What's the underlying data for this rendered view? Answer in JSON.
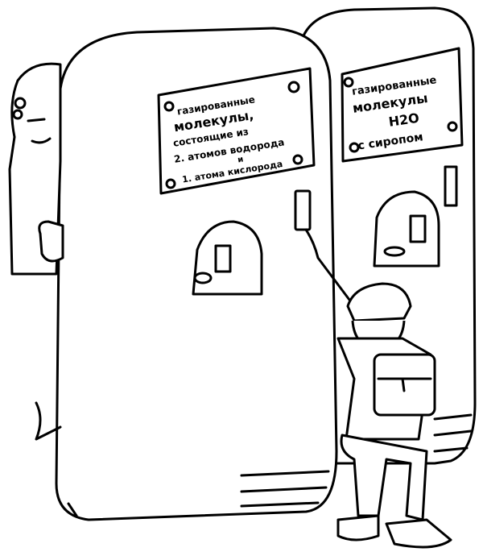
{
  "left_machine": {
    "sign_lines": [
      "газированные",
      "молекулы,",
      "состоящие из",
      "2. атомов водорода",
      "и",
      "1. атома кислорода"
    ]
  },
  "right_machine": {
    "sign_lines": [
      "газированные",
      "молекулы",
      "H2O",
      "с сиропом"
    ]
  },
  "colors": {
    "ink": "#000000",
    "paper": "#ffffff"
  }
}
